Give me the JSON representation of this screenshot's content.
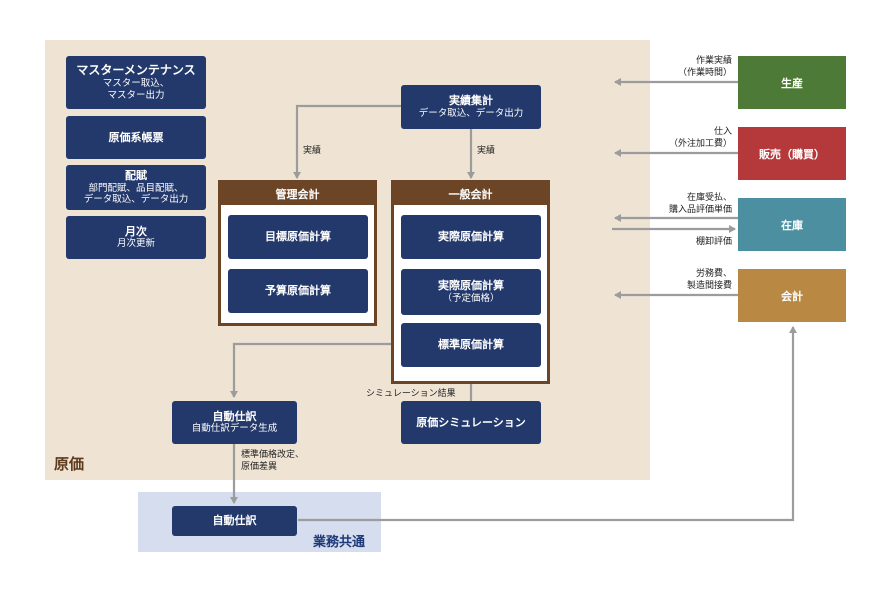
{
  "regions": {
    "genka": "原価",
    "common": "業務共通"
  },
  "master": {
    "title": "マスターメンテナンス",
    "line1": "マスター取込、",
    "line2": "マスター出力"
  },
  "cost_report": {
    "title": "原価系帳票"
  },
  "allocation": {
    "title": "配賦",
    "line1": "部門配賦、品目配賦、",
    "line2": "データ取込、データ出力"
  },
  "monthly": {
    "title": "月次",
    "sub": "月次更新"
  },
  "actual_total": {
    "title": "実績集計",
    "sub": "データ取込、データ出力"
  },
  "mgmt_group": {
    "title": "管理会計",
    "items": [
      "目標原価計算",
      "予算原価計算"
    ]
  },
  "general_group": {
    "title": "一般会計",
    "item1": "実際原価計算",
    "item2": "実際原価計算",
    "item2_sub": "（予定価格）",
    "item3": "標準原価計算"
  },
  "auto_journal_1": {
    "title": "自動仕訳",
    "sub": "自動仕訳データ生成"
  },
  "simulation": {
    "title": "原価シミュレーション"
  },
  "auto_journal_2": {
    "title": "自動仕訳"
  },
  "labels": {
    "jisseki_left": "実績",
    "jisseki_right": "実績",
    "sim_result": "シミュレーション結果",
    "std_price_1": "標準価格改定、",
    "std_price_2": "原価差異"
  },
  "external": {
    "production": {
      "name": "生産",
      "color": "#4e7a37",
      "label1": "作業実績",
      "label2": "（作業時間）"
    },
    "sales": {
      "name": "販売（購買）",
      "color": "#b5393a",
      "label1": "仕入",
      "label2": "（外注加工費）"
    },
    "inventory": {
      "name": "在庫",
      "color": "#4b8fa0",
      "label1": "在庫受払、",
      "label2": "購入品評価単価",
      "label3": "棚卸評価"
    },
    "accounting": {
      "name": "会計",
      "color": "#b98944",
      "label1": "労務費、",
      "label2": "製造間接費"
    }
  }
}
